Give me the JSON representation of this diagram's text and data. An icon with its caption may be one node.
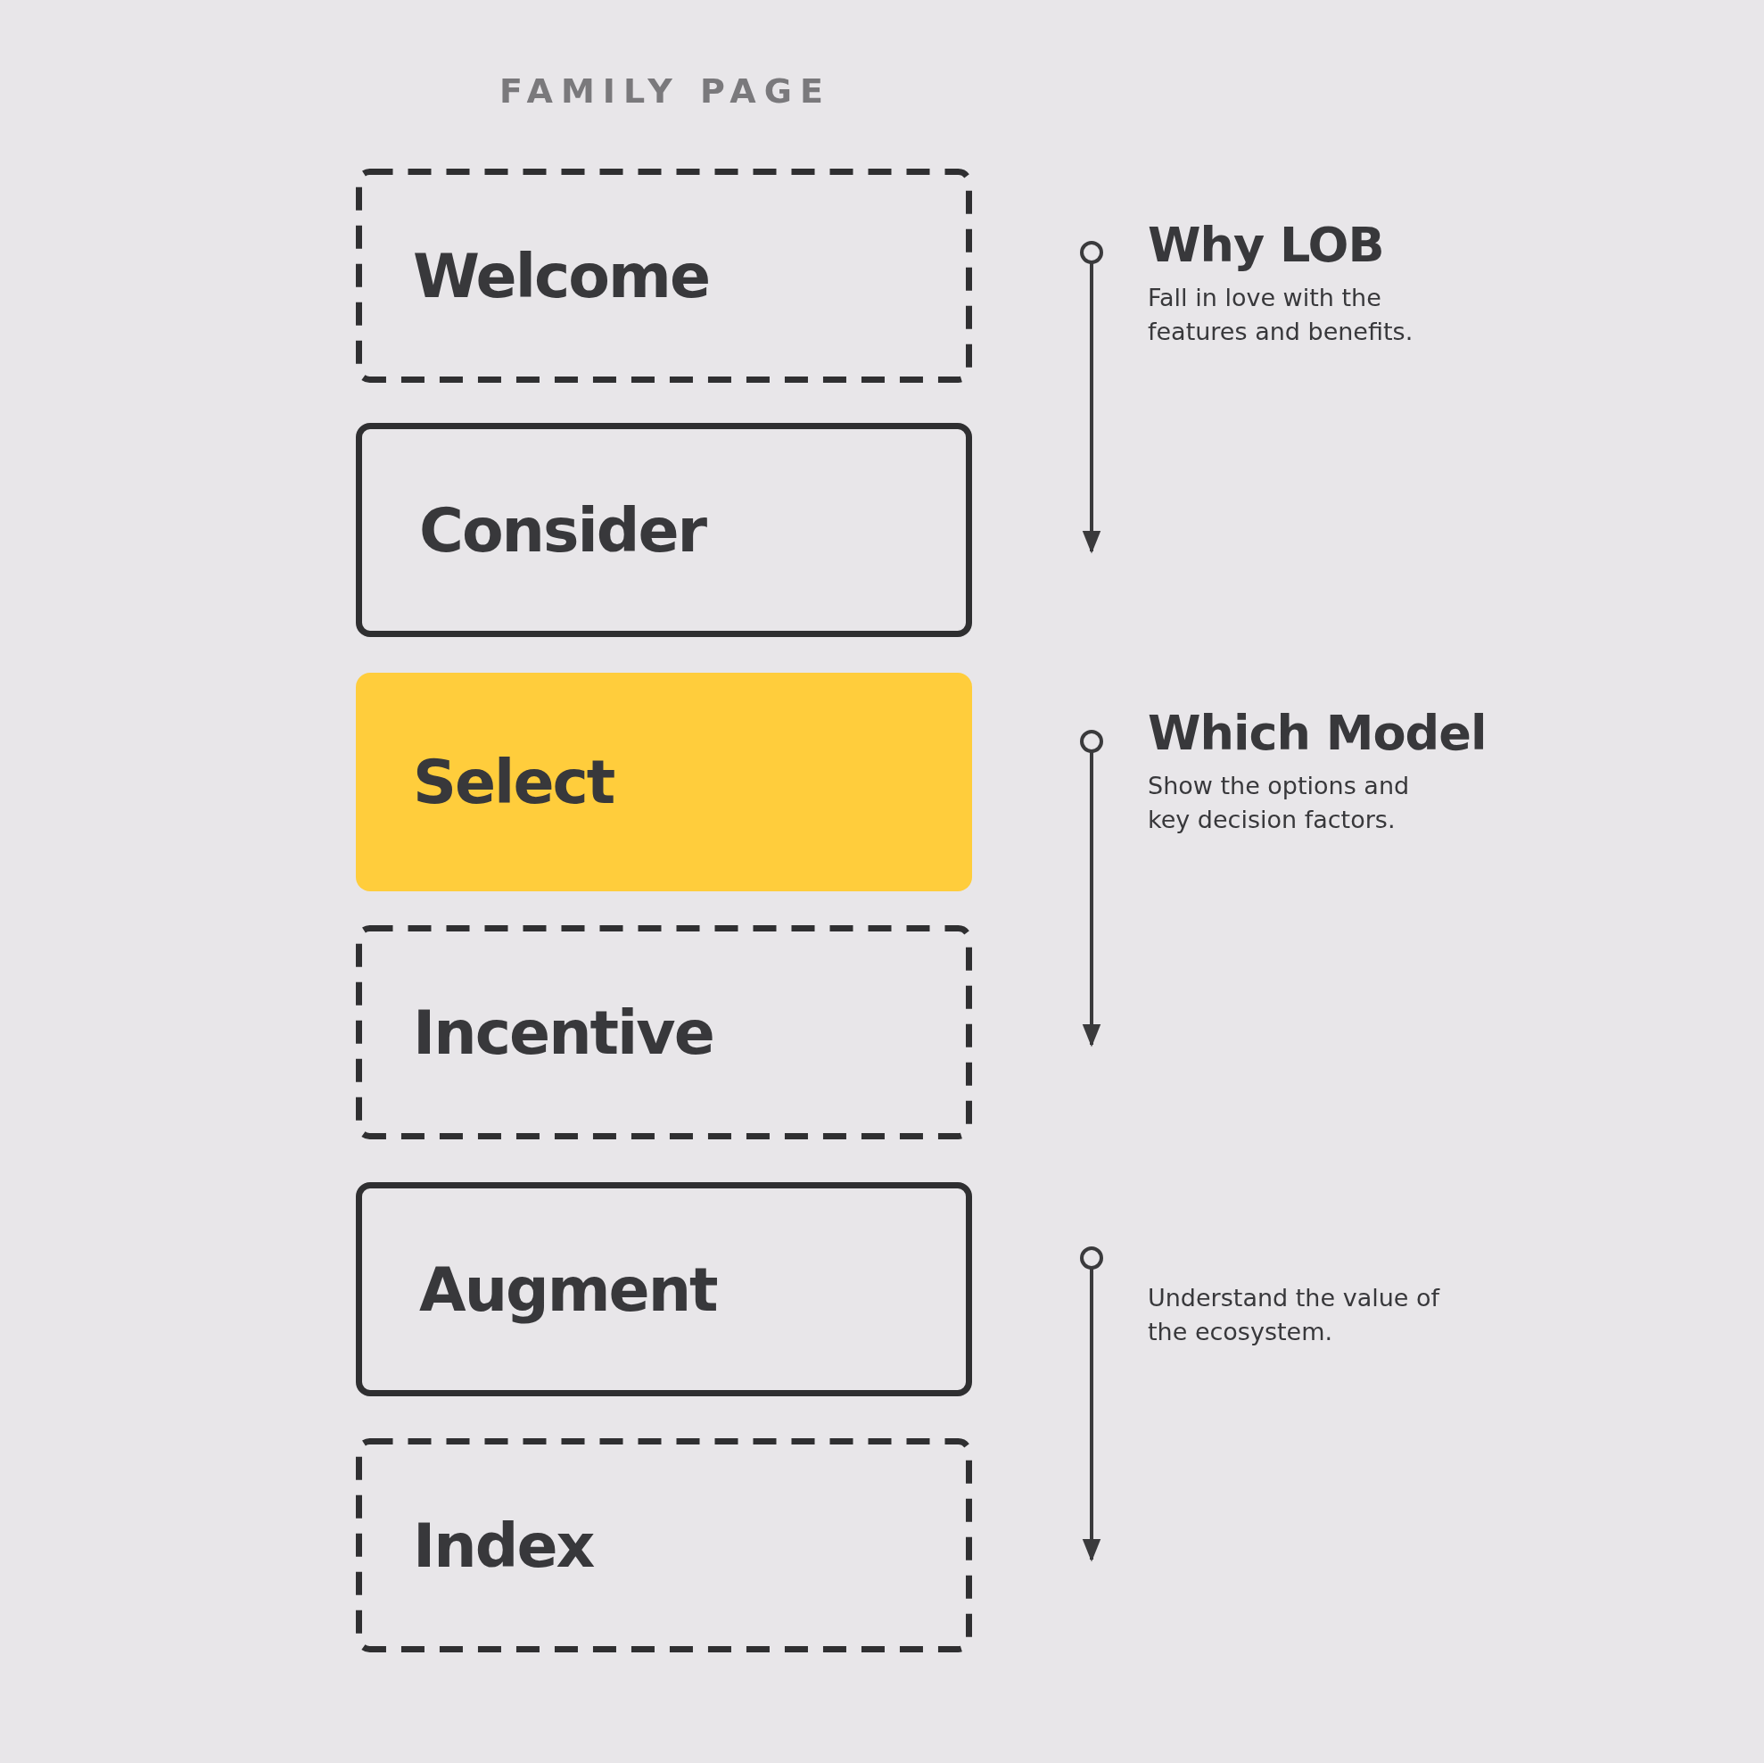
{
  "diagram": {
    "title": "FAMILY PAGE",
    "nodes": [
      {
        "text": [
          "Welcome"
        ]
      },
      {
        "text": [
          "Consider"
        ]
      },
      {
        "text": [
          "Select"
        ]
      },
      {
        "text": [
          "Incentive"
        ]
      },
      {
        "text": [
          "Augment"
        ]
      },
      {
        "text": [
          "Index"
        ]
      }
    ],
    "labels": [
      "Why LOB",
      "Fall in love with the features and benefits.",
      "Which Model",
      "Show the options and key decision factors.",
      "Understand the value of the ecosystem."
    ]
  }
}
